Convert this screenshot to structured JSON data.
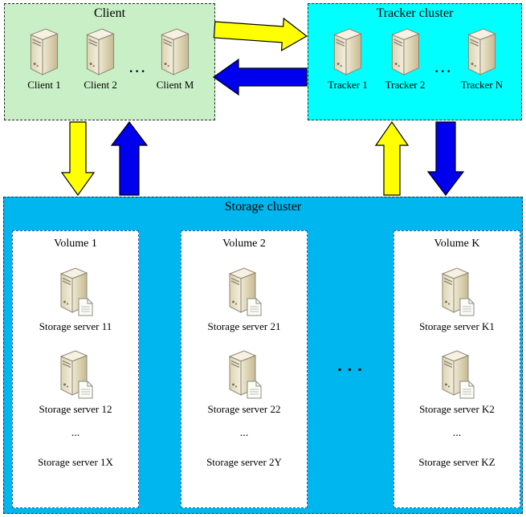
{
  "client": {
    "title": "Client",
    "items": [
      "Client 1",
      "Client 2",
      "Client M"
    ],
    "dots": "..."
  },
  "tracker": {
    "title": "Tracker cluster",
    "items": [
      "Tracker 1",
      "Tracker 2",
      "Tracker N"
    ],
    "dots": "..."
  },
  "storage": {
    "title": "Storage cluster",
    "dots": "...",
    "volumes": [
      {
        "title": "Volume 1",
        "servers": [
          "Storage server 11",
          "Storage server 12"
        ],
        "ellipsis": "...",
        "last": "Storage server 1X"
      },
      {
        "title": "Volume 2",
        "servers": [
          "Storage server 21",
          "Storage server 22"
        ],
        "ellipsis": "...",
        "last": "Storage server 2Y"
      },
      {
        "title": "Volume K",
        "servers": [
          "Storage server K1",
          "Storage server K2"
        ],
        "ellipsis": "...",
        "last": "Storage server KZ"
      }
    ]
  },
  "colors": {
    "client_bg": "#c9efc7",
    "tracker_bg": "#00ffff",
    "storage_bg": "#00b6ef",
    "volume_border": "#2e5bb8",
    "arrow_yellow": "#ffff00",
    "arrow_blue": "#0000ef"
  }
}
